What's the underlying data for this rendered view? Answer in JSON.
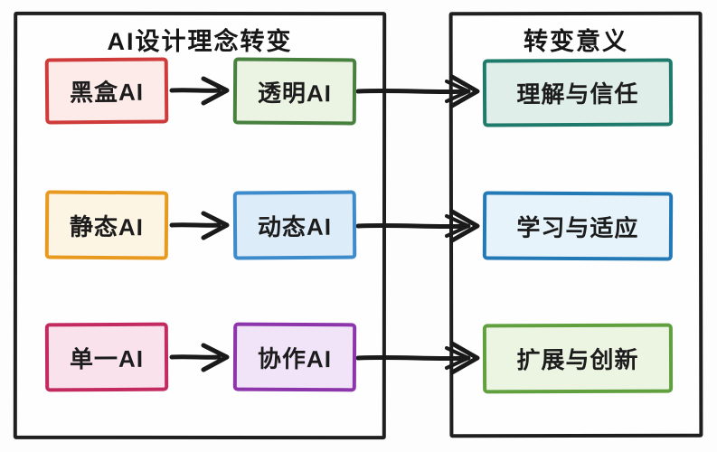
{
  "left_panel": {
    "title": "AI设计理念转变",
    "rows": [
      {
        "from": {
          "label": "黑盒AI",
          "border": "#cf3b3b",
          "bg": "#fcebe9"
        },
        "to": {
          "label": "透明AI",
          "border": "#47803f",
          "bg": "#ebf3e3"
        }
      },
      {
        "from": {
          "label": "静态AI",
          "border": "#e8991f",
          "bg": "#fdf5e4"
        },
        "to": {
          "label": "动态AI",
          "border": "#3e8bcb",
          "bg": "#dcedf9"
        }
      },
      {
        "from": {
          "label": "单一AI",
          "border": "#c22a60",
          "bg": "#f9e2ec"
        },
        "to": {
          "label": "协作AI",
          "border": "#8d36ab",
          "bg": "#f1e3f8"
        }
      }
    ]
  },
  "right_panel": {
    "title": "转变意义",
    "items": [
      {
        "label": "理解与信任",
        "border": "#1e7a6b",
        "bg": "#e0eee9"
      },
      {
        "label": "学习与适应",
        "border": "#2279b5",
        "bg": "#e6f3fb"
      },
      {
        "label": "扩展与创新",
        "border": "#61a03f",
        "bg": "#ecf4e2"
      }
    ]
  },
  "connections": [
    {
      "from": "黑盒AI",
      "to": "透明AI"
    },
    {
      "from": "静态AI",
      "to": "动态AI"
    },
    {
      "from": "单一AI",
      "to": "协作AI"
    },
    {
      "from": "透明AI",
      "to": "理解与信任"
    },
    {
      "from": "动态AI",
      "to": "学习与适应"
    },
    {
      "from": "协作AI",
      "to": "扩展与创新"
    }
  ],
  "colors": {
    "panel_border": "#1f1f1f",
    "arrow": "#1a1a1a",
    "background": "#fdfdfd",
    "text": "#1c1c1c"
  }
}
